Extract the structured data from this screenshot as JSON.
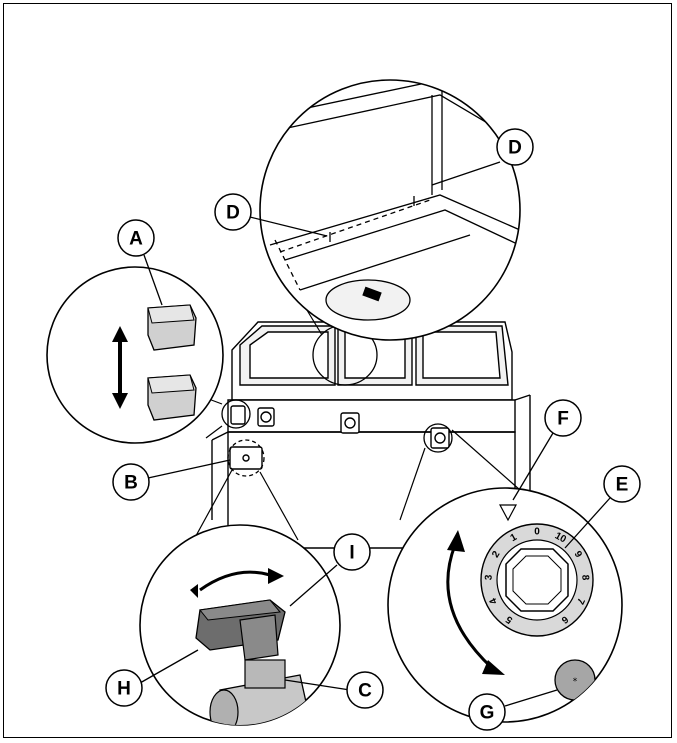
{
  "callouts": {
    "a": "A",
    "b": "B",
    "c": "C",
    "d1": "D",
    "d2": "D",
    "e": "E",
    "f": "F",
    "g": "G",
    "h": "H",
    "i": "I"
  },
  "dial": {
    "marks": [
      "0",
      "1",
      "2",
      "3",
      "4",
      "5",
      "6",
      "7",
      "8",
      "9",
      "10"
    ]
  },
  "button_g": {
    "symbol": "*"
  },
  "colors": {
    "line": "#000000",
    "fill_light": "#d9d9d9",
    "fill_mid": "#a6a6a6",
    "fill_dark": "#6d6d6d"
  }
}
